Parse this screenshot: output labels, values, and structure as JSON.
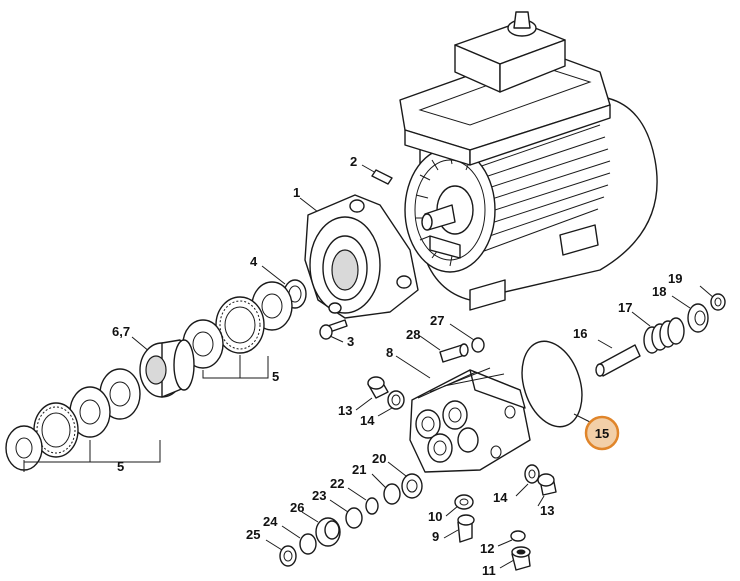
{
  "diagram": {
    "highlight_color": "#e0852a",
    "highlight_fill": "#f2cfa8",
    "labels": [
      {
        "id": "p1",
        "text": "1"
      },
      {
        "id": "p2",
        "text": "2"
      },
      {
        "id": "p3",
        "text": "3"
      },
      {
        "id": "p4",
        "text": "4"
      },
      {
        "id": "p5a",
        "text": "5"
      },
      {
        "id": "p5b",
        "text": "5"
      },
      {
        "id": "p67",
        "text": "6,7"
      },
      {
        "id": "p8",
        "text": "8"
      },
      {
        "id": "p9",
        "text": "9"
      },
      {
        "id": "p10",
        "text": "10"
      },
      {
        "id": "p11",
        "text": "11"
      },
      {
        "id": "p12",
        "text": "12"
      },
      {
        "id": "p13a",
        "text": "13"
      },
      {
        "id": "p13b",
        "text": "13"
      },
      {
        "id": "p14a",
        "text": "14"
      },
      {
        "id": "p14b",
        "text": "14"
      },
      {
        "id": "p15",
        "text": "15",
        "highlighted": true
      },
      {
        "id": "p16",
        "text": "16"
      },
      {
        "id": "p17",
        "text": "17"
      },
      {
        "id": "p18",
        "text": "18"
      },
      {
        "id": "p19",
        "text": "19"
      },
      {
        "id": "p20",
        "text": "20"
      },
      {
        "id": "p21",
        "text": "21"
      },
      {
        "id": "p22",
        "text": "22"
      },
      {
        "id": "p23",
        "text": "23"
      },
      {
        "id": "p24",
        "text": "24"
      },
      {
        "id": "p25",
        "text": "25"
      },
      {
        "id": "p26",
        "text": "26"
      },
      {
        "id": "p27",
        "text": "27"
      },
      {
        "id": "p28",
        "text": "28"
      }
    ]
  }
}
